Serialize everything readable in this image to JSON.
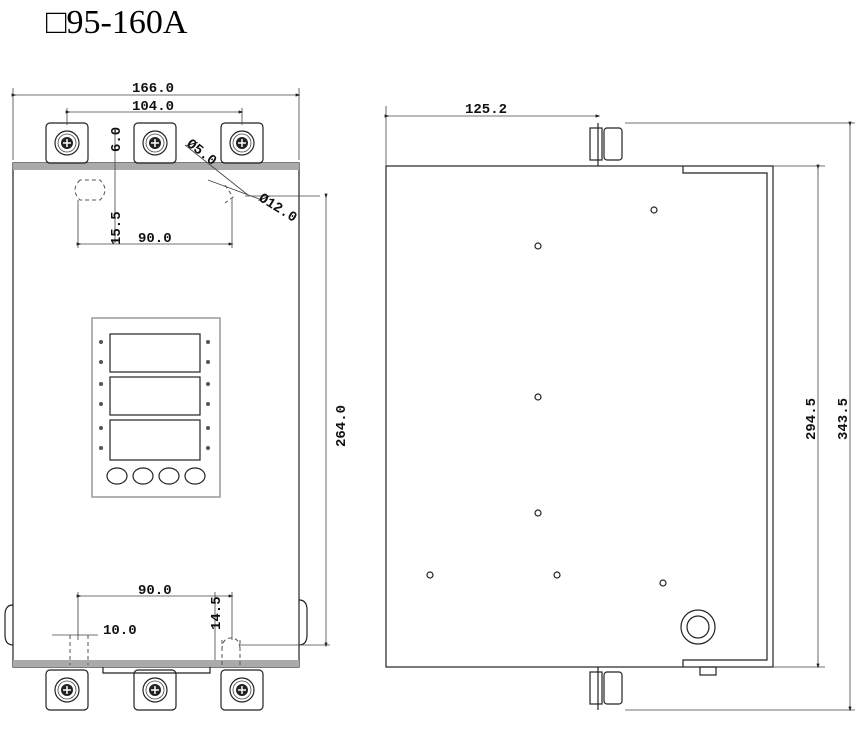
{
  "title": "□95-160A",
  "front_view": {
    "dims": {
      "overall_width": "166.0",
      "terminal_pitch": "104.0",
      "top_offset": "6.0",
      "small_hole": "Ø5.0",
      "large_hole": "Ø12.0",
      "top_hole_depth": "15.5",
      "top_hole_spacing": "90.0",
      "height": "264.0",
      "bottom_hole_spacing": "90.0",
      "slot_width": "10.0",
      "bottom_hole_depth": "14.5"
    }
  },
  "side_view": {
    "dims": {
      "depth": "125.2",
      "body_height": "294.5",
      "overall_height": "343.5"
    }
  }
}
